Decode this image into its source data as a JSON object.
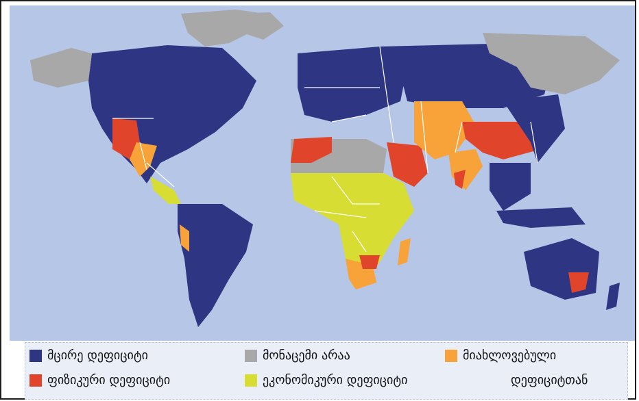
{
  "legend": {
    "items": [
      {
        "key": "little_deficit",
        "label": "მცირე დეფიციტი",
        "color": "#2e3583"
      },
      {
        "key": "no_data",
        "label": "მონაცემი არაა",
        "color": "#a8a8a8"
      },
      {
        "key": "approaching",
        "label": "მიახლოვებული",
        "label_line2": "დეფიციტთან",
        "color": "#f7a33a"
      },
      {
        "key": "physical_deficit",
        "label": "ფიზიკური დეფიციტი",
        "color": "#e0452b"
      },
      {
        "key": "economic_deficit",
        "label": "ეკონომიკური დეფიციტი",
        "color": "#d7dd32"
      }
    ]
  },
  "colors": {
    "ocean": "#b5c6e6",
    "borders": "#ffffff",
    "frame": "#1d1d1d"
  }
}
